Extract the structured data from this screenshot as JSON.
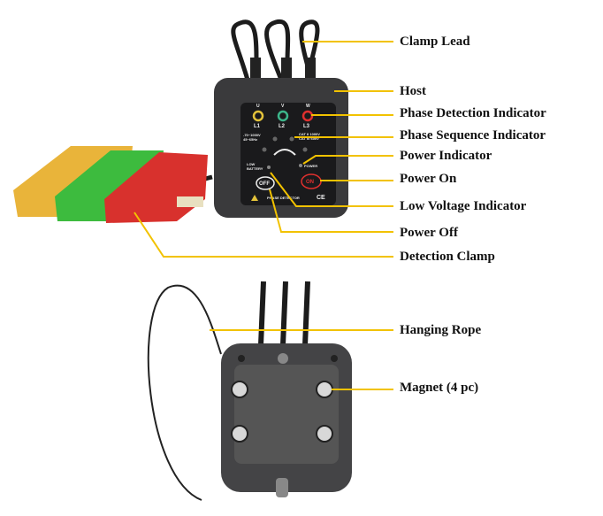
{
  "labels": {
    "clamp_lead": "Clamp Lead",
    "host": "Host",
    "phase_detection": "Phase Detection Indicator",
    "phase_sequence": "Phase Sequence Indicator",
    "power_indicator": "Power Indicator",
    "power_on": "Power On",
    "low_voltage": "Low Voltage Indicator",
    "power_off": "Power Off",
    "detection_clamp": "Detection Clamp",
    "hanging_rope": "Hanging Rope",
    "magnet": "Magnet (4 pc)"
  },
  "device": {
    "l1": "L1",
    "l2": "L2",
    "l3": "L3",
    "u": "U",
    "v": "V",
    "w": "W",
    "range1": "-70~1000V",
    "range2": "45~65Hz",
    "cat1": "CAT II 1000V",
    "cat2": "CAT III 600V",
    "low1": "LOW",
    "low2": "BATTERY",
    "power": "POWER",
    "off": "OFF",
    "on": "ON",
    "name": "PHASE DETECTOR",
    "ce": "CE"
  },
  "colors": {
    "leader": "#f2c200",
    "body": "#3a3a3c",
    "yellow": "#f0b840",
    "green": "#3cc040",
    "red": "#e0302e"
  }
}
